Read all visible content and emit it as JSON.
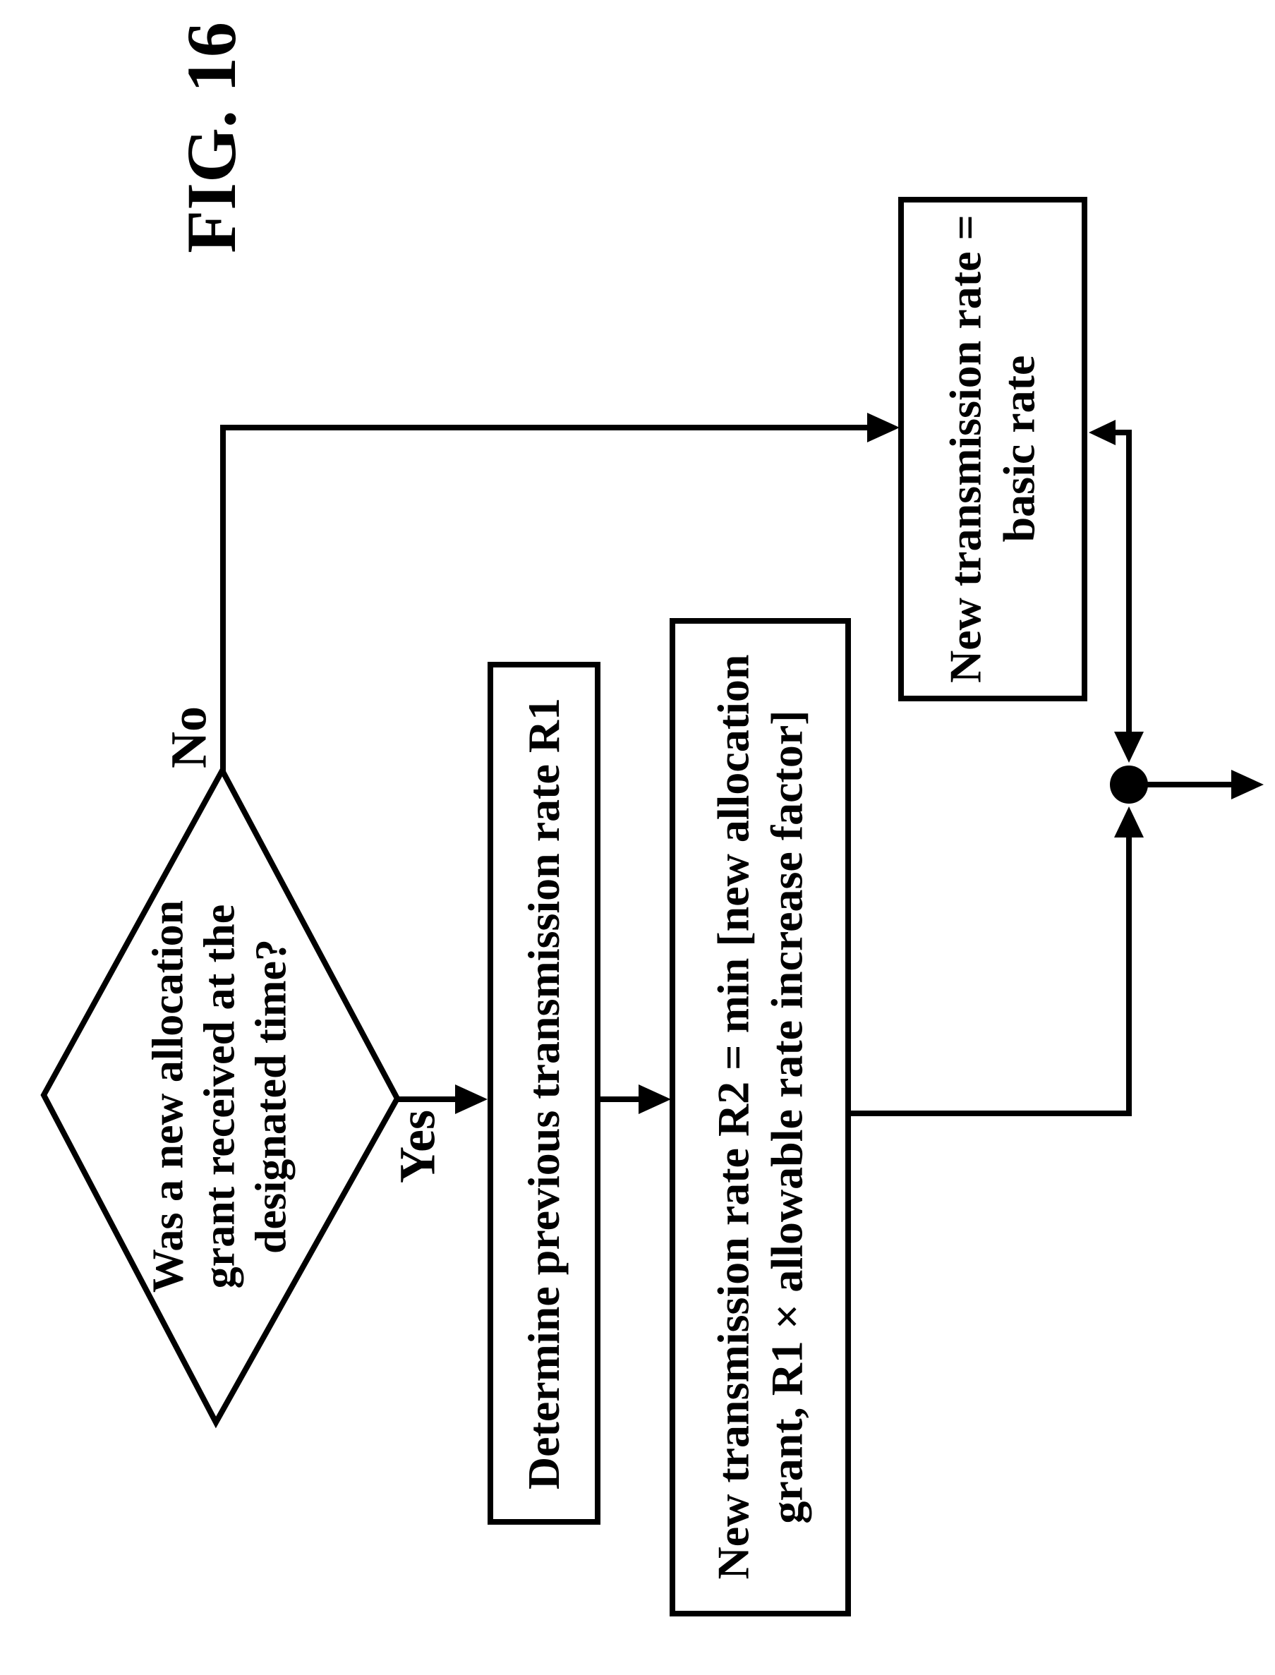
{
  "figure": {
    "label": "FIG. 16"
  },
  "flowchart": {
    "decision": {
      "lines": [
        "Was a new allocation",
        "grant received at the",
        "designated time?"
      ],
      "no_label": "No",
      "yes_label": "Yes"
    },
    "step_determine_r1": {
      "lines": [
        "Determine previous transmission rate R1"
      ]
    },
    "step_new_rate_r2": {
      "lines": [
        "New transmission rate R2 = min [new allocation",
        "grant, R1 × allowable rate increase factor]"
      ]
    },
    "step_basic_rate": {
      "lines": [
        "New transmission rate =",
        "basic rate"
      ]
    },
    "colors": {
      "ink": "#000000",
      "paper": "#ffffff"
    }
  }
}
